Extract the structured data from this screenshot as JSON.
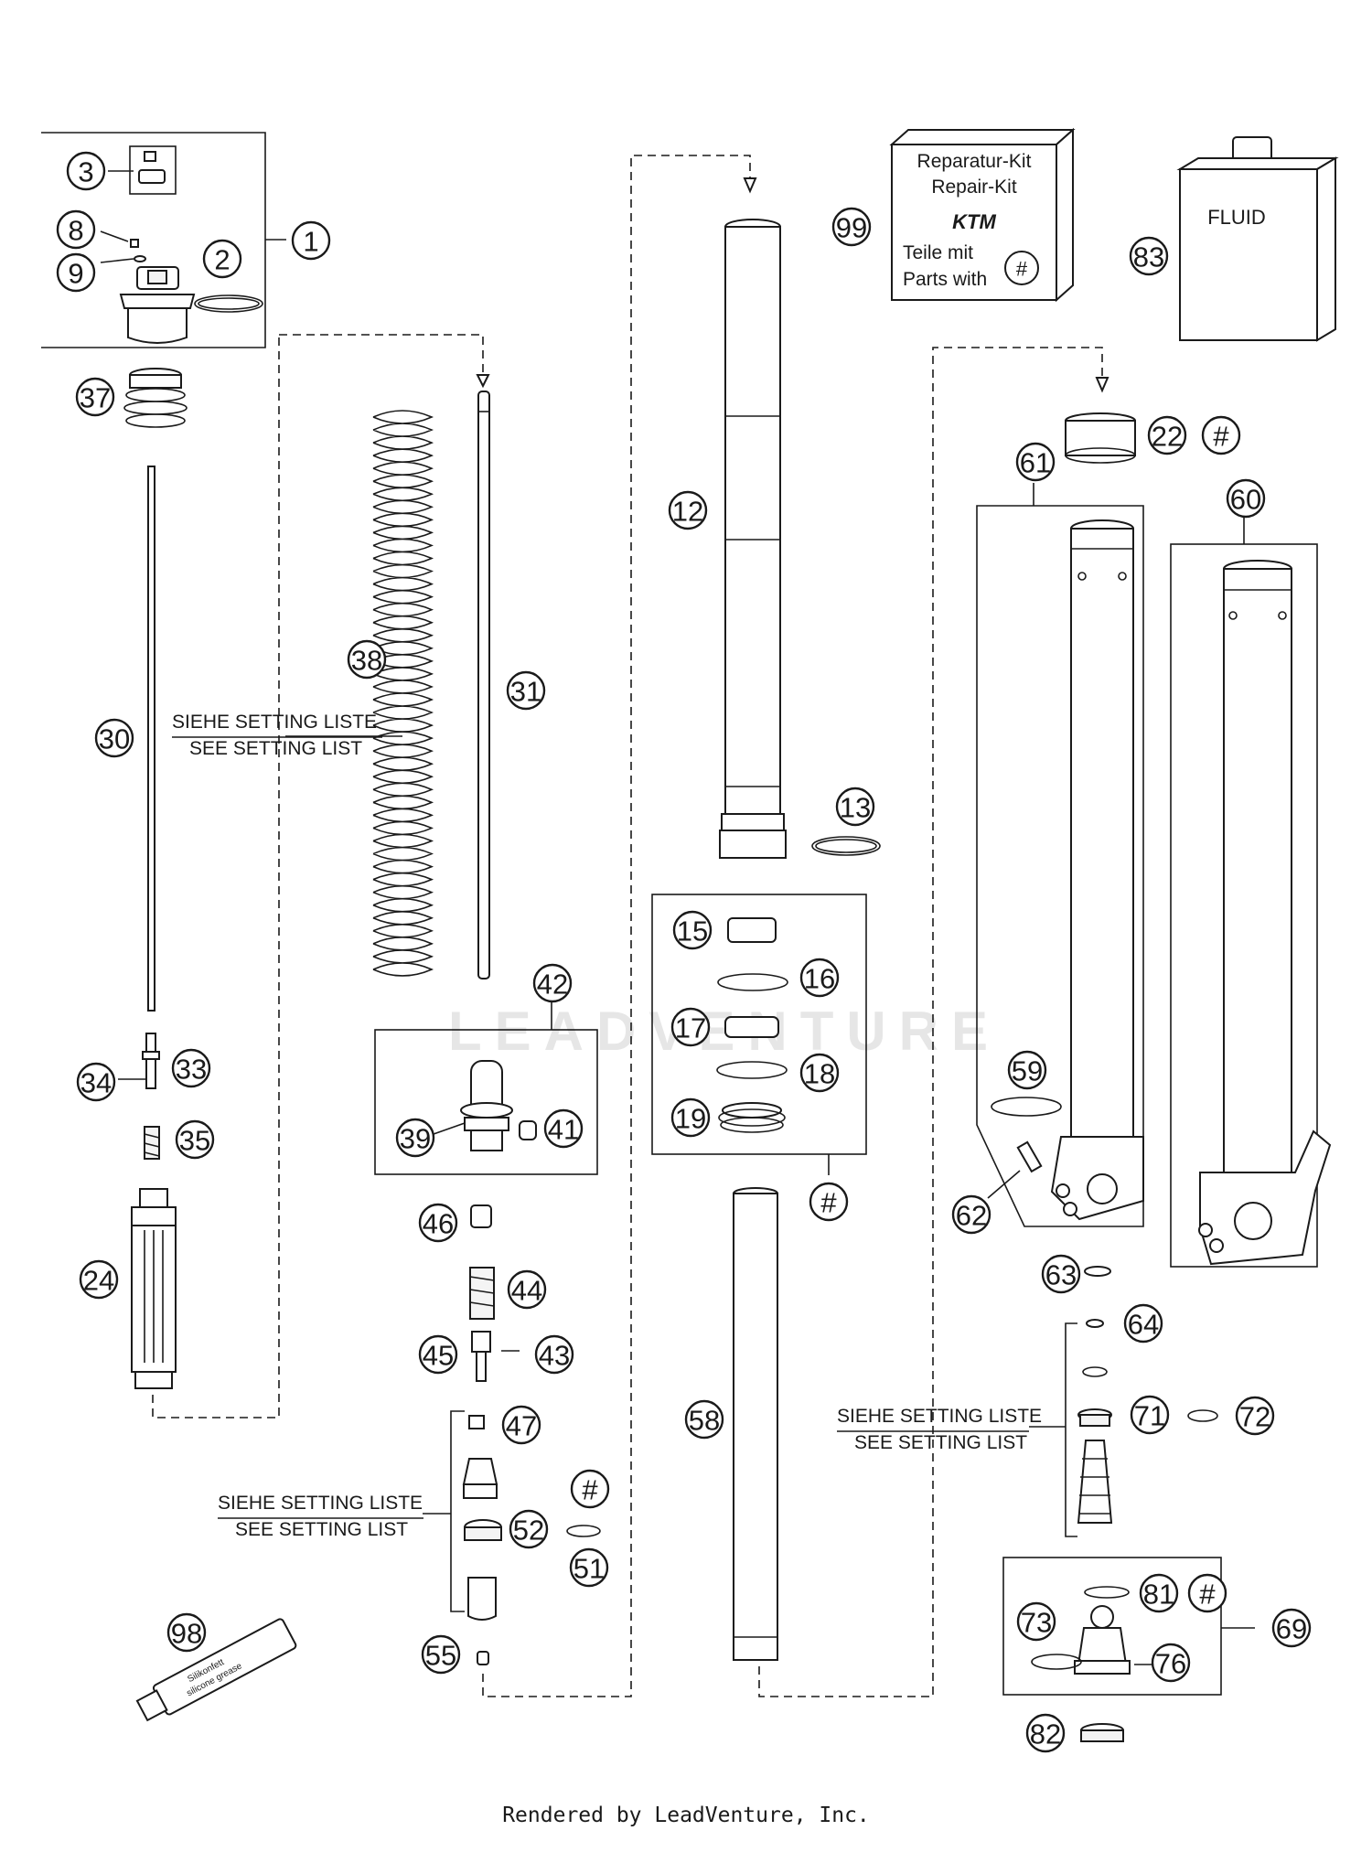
{
  "diagram": {
    "callouts": [
      {
        "id": "c1",
        "label": "1"
      },
      {
        "id": "c2",
        "label": "2"
      },
      {
        "id": "c3",
        "label": "3"
      },
      {
        "id": "c8",
        "label": "8"
      },
      {
        "id": "c9",
        "label": "9"
      },
      {
        "id": "c37",
        "label": "37"
      },
      {
        "id": "c30",
        "label": "30"
      },
      {
        "id": "c33",
        "label": "33"
      },
      {
        "id": "c34",
        "label": "34"
      },
      {
        "id": "c35",
        "label": "35"
      },
      {
        "id": "c24",
        "label": "24"
      },
      {
        "id": "c38",
        "label": "38"
      },
      {
        "id": "c31",
        "label": "31"
      },
      {
        "id": "c42",
        "label": "42"
      },
      {
        "id": "c39",
        "label": "39"
      },
      {
        "id": "c41",
        "label": "41"
      },
      {
        "id": "c46",
        "label": "46"
      },
      {
        "id": "c44",
        "label": "44"
      },
      {
        "id": "c45",
        "label": "45"
      },
      {
        "id": "c43",
        "label": "43"
      },
      {
        "id": "c47",
        "label": "47"
      },
      {
        "id": "c52",
        "label": "52"
      },
      {
        "id": "chash1",
        "label": "#"
      },
      {
        "id": "c51",
        "label": "51"
      },
      {
        "id": "c55",
        "label": "55"
      },
      {
        "id": "c98",
        "label": "98"
      },
      {
        "id": "c99",
        "label": "99"
      },
      {
        "id": "c12",
        "label": "12"
      },
      {
        "id": "c13",
        "label": "13"
      },
      {
        "id": "c15",
        "label": "15"
      },
      {
        "id": "c16",
        "label": "16"
      },
      {
        "id": "c17",
        "label": "17"
      },
      {
        "id": "c18",
        "label": "18"
      },
      {
        "id": "c19",
        "label": "19"
      },
      {
        "id": "chash2",
        "label": "#"
      },
      {
        "id": "c58",
        "label": "58"
      },
      {
        "id": "c83",
        "label": "83"
      },
      {
        "id": "c22",
        "label": "22"
      },
      {
        "id": "chash3",
        "label": "#"
      },
      {
        "id": "c61",
        "label": "61"
      },
      {
        "id": "c60",
        "label": "60"
      },
      {
        "id": "c59",
        "label": "59"
      },
      {
        "id": "c62",
        "label": "62"
      },
      {
        "id": "c63",
        "label": "63"
      },
      {
        "id": "c64",
        "label": "64"
      },
      {
        "id": "c71",
        "label": "71"
      },
      {
        "id": "c72",
        "label": "72"
      },
      {
        "id": "c81",
        "label": "81"
      },
      {
        "id": "chash4",
        "label": "#"
      },
      {
        "id": "c73",
        "label": "73"
      },
      {
        "id": "c69",
        "label": "69"
      },
      {
        "id": "c76",
        "label": "76"
      },
      {
        "id": "c82",
        "label": "82"
      }
    ],
    "notes": {
      "note_left_de": "SIEHE SETTING LISTE",
      "note_left_en": "SEE SETTING LIST",
      "note_mid_de": "SIEHE SETTING LISTE",
      "note_mid_en": "SEE SETTING LIST",
      "note_right_de": "SIEHE SETTING LISTE",
      "note_right_en": "SEE SETTING LIST"
    },
    "repair_kit": {
      "line1": "Reparatur-Kit",
      "line2": "Repair-Kit",
      "logo": "KTM",
      "line3": "Teile mit",
      "line4": "Parts with",
      "symbol": "#"
    },
    "fluid_label": "FLUID",
    "tube_label_98_line1": "Silikonfett",
    "tube_label_98_line2": "silicone grease",
    "watermark": "LEADVENTURE"
  },
  "footer": "Rendered by LeadVenture, Inc."
}
